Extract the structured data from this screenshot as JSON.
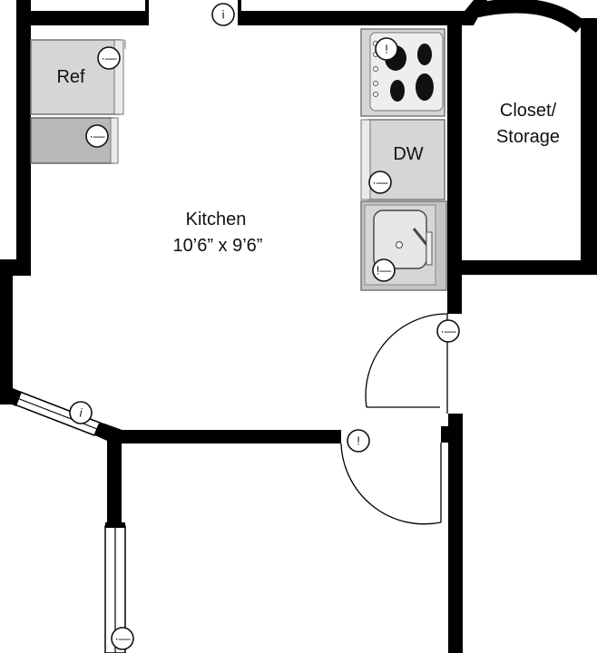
{
  "rooms": {
    "kitchen": {
      "name": "Kitchen",
      "dimensions": "10’6” x 9’6”"
    },
    "closet": {
      "line1": "Closet/",
      "line2": "Storage"
    }
  },
  "fixtures": {
    "refrigerator": "Ref",
    "dishwasher": "DW"
  },
  "markers": [
    {
      "name": "marker-top-door",
      "glyph": "i"
    },
    {
      "name": "marker-refrigerator",
      "glyph": "·—"
    },
    {
      "name": "marker-cabinet",
      "glyph": "·—"
    },
    {
      "name": "marker-stove",
      "glyph": "!"
    },
    {
      "name": "marker-dishwasher",
      "glyph": "·—"
    },
    {
      "name": "marker-sink",
      "glyph": "!—"
    },
    {
      "name": "marker-right-door",
      "glyph": "·—"
    },
    {
      "name": "marker-window-left",
      "glyph": "i"
    },
    {
      "name": "marker-bottom-door",
      "glyph": "!"
    },
    {
      "name": "marker-window-bottom",
      "glyph": "·—"
    }
  ],
  "colors": {
    "wall": "#000000",
    "fixture_fill": "#d6d6d6",
    "fixture_stroke": "#777777",
    "fixture_dark": "#b8b8b8"
  }
}
